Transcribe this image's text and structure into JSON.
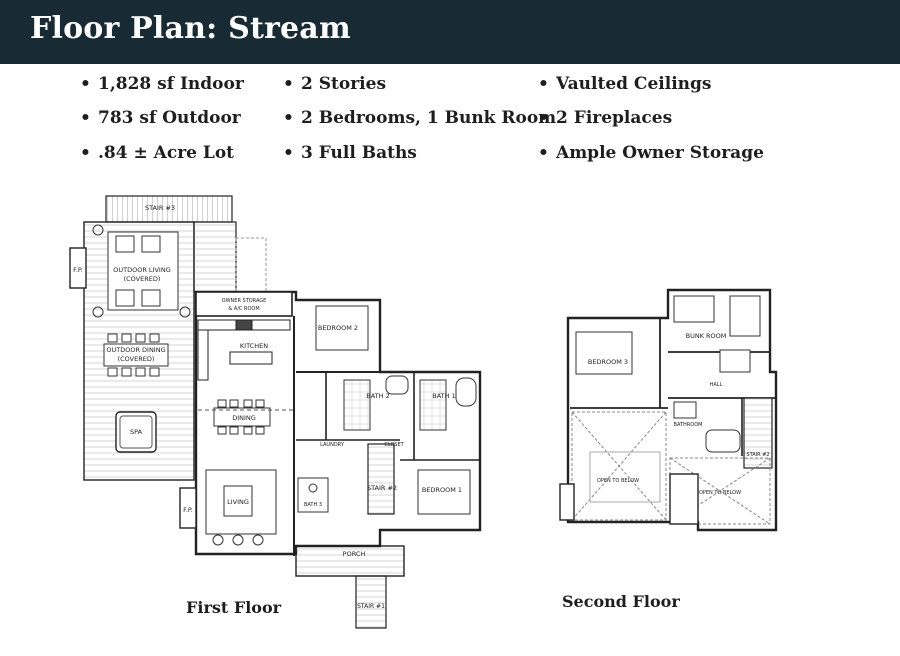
{
  "header": {
    "title": "Floor Plan: Stream"
  },
  "features": {
    "col1": [
      "1,828 sf Indoor",
      "783 sf Outdoor",
      ".84 ± Acre Lot"
    ],
    "col2": [
      "2 Stories",
      "2 Bedrooms, 1 Bunk Room",
      "3 Full Baths"
    ],
    "col3": [
      "Vaulted Ceilings",
      "2 Fireplaces",
      "Ample Owner Storage"
    ],
    "bullet": "•"
  },
  "first_floor": {
    "caption": "First Floor",
    "labels": {
      "stair3": "STAIR #3",
      "fp1": "F.P.",
      "outdoor_living": "OUTDOOR LIVING",
      "covered": "(COVERED)",
      "outdoor_dining": "OUTDOOR DINING",
      "spa": "SPA",
      "owner_storage": "OWNER STORAGE",
      "ac_room": "& A/C ROOM",
      "bedroom2": "BEDROOM 2",
      "kitchen": "KITCHEN",
      "bath2": "BATH 2",
      "bath1": "BATH 1",
      "dining": "DINING",
      "laundry": "LAUNDRY",
      "closet": "CLOSET",
      "stair2": "STAIR #2",
      "bedroom1": "BEDROOM 1",
      "fp2": "F.P.",
      "living": "LIVING",
      "bath3": "BATH 3",
      "porch": "PORCH",
      "stair1": "STAIR #1"
    }
  },
  "second_floor": {
    "caption": "Second Floor",
    "labels": {
      "bedroom3": "BEDROOM 3",
      "bunk_room": "BUNK ROOM",
      "hall": "HALL",
      "bathroom": "BATHROOM",
      "open_below_1": "OPEN TO BELOW",
      "open_below_2": "OPEN TO BELOW",
      "stair2": "STAIR #2"
    }
  },
  "colors": {
    "header_bg": "#182a34",
    "wall": "#222222",
    "deck_line": "#cfcfcf"
  }
}
